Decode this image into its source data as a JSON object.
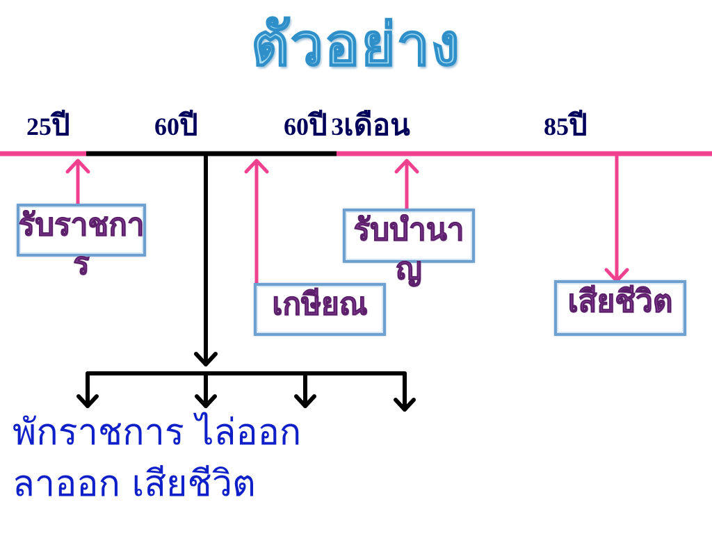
{
  "title": "ตัวอย่าง",
  "timeline": [
    {
      "num": "25",
      "unit": "ปี"
    },
    {
      "num": "60",
      "unit": "ปี"
    },
    {
      "num": "60",
      "unit": "ปี",
      "num2": "3",
      "unit2": "เดือน"
    },
    {
      "num": "85",
      "unit": "ปี"
    }
  ],
  "boxes": {
    "enter_service": "รับราชการ",
    "retire": "เกษียณ",
    "pension": "รับบำนาญ",
    "death": "เสียชีวิต"
  },
  "outcomes": {
    "line1": "พักราชการ  ไล่ออก",
    "line2": "ลาออก  เสียชีวิต"
  },
  "colors": {
    "timeline_pink": "#f0418e",
    "timeline_black": "#000000",
    "box_border": "#6d9fcf",
    "box_text": "#8a3f9a",
    "outcome_text": "#1020c8",
    "title_fill": "#a8dcf2"
  }
}
